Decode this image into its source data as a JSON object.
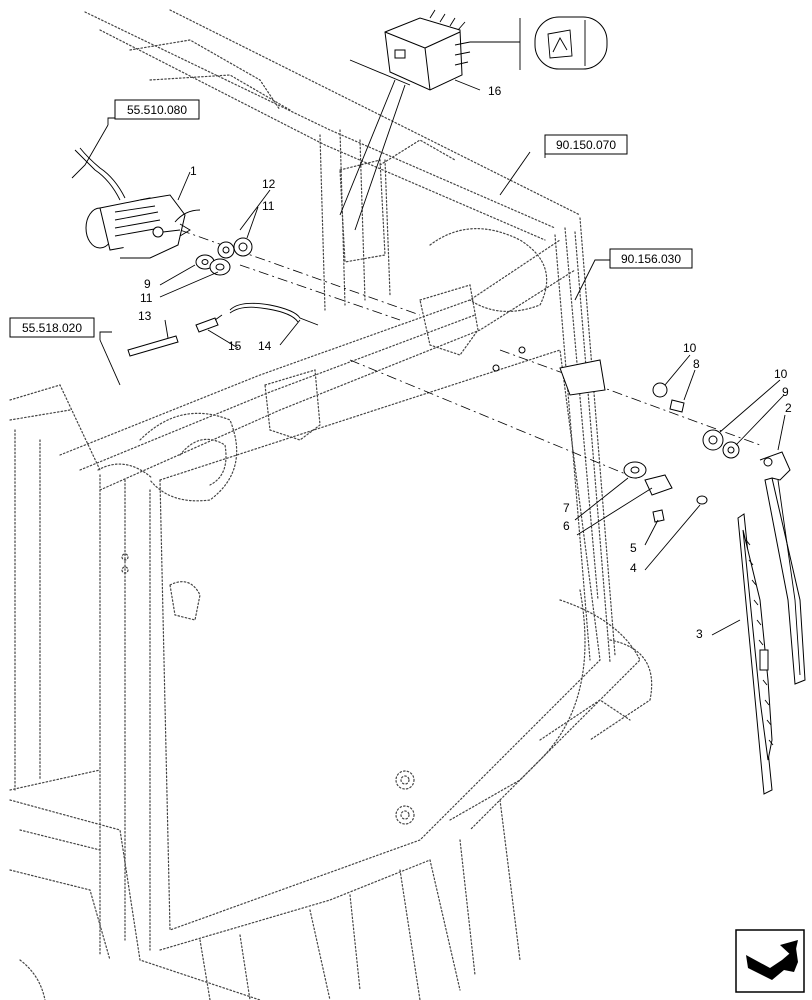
{
  "references": {
    "wiper_motor_harness": "55.510.080",
    "cab_frame": "90.150.070",
    "cab_pillar": "90.156.030",
    "wiper_harness": "55.518.020"
  },
  "callouts": {
    "c1": "1",
    "c2": "2",
    "c3": "3",
    "c4": "4",
    "c5": "5",
    "c6": "6",
    "c7": "7",
    "c8": "8",
    "c9a": "9",
    "c9b": "9",
    "c10a": "10",
    "c10b": "10",
    "c11a": "11",
    "c11b": "11",
    "c12": "12",
    "c13": "13",
    "c14": "14",
    "c15": "15",
    "c16": "16"
  },
  "icons": {
    "switch_symbol": "wiper-switch-icon",
    "navigation": "next-page-arrow-icon"
  }
}
